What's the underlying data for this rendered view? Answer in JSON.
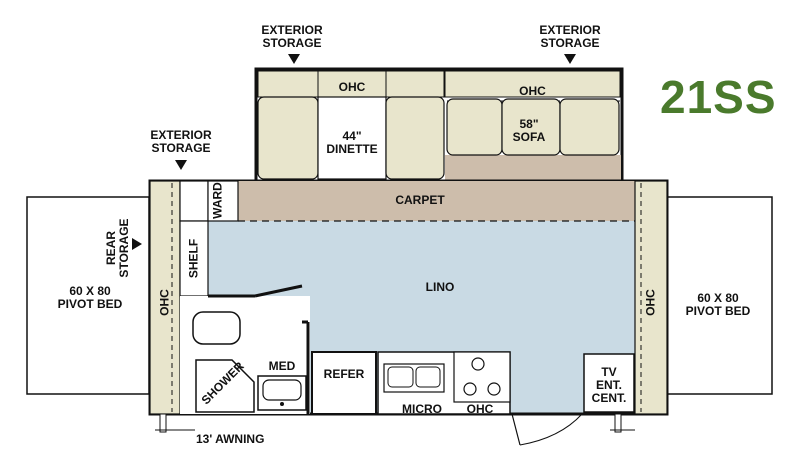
{
  "model": "21SS",
  "labels": {
    "ext_storage_1": "EXTERIOR\nSTORAGE",
    "ext_storage_2": "EXTERIOR\nSTORAGE",
    "ext_storage_3": "EXTERIOR\nSTORAGE",
    "rear_storage": "REAR\nSTORAGE",
    "ohc_dinette": "OHC",
    "ohc_sofa": "OHC",
    "dinette": "44\"\nDINETTE",
    "sofa": "58\"\nSOFA",
    "carpet": "CARPET",
    "lino": "LINO",
    "wardrobe": "WARD",
    "shelf": "SHELF",
    "ohc_rear": "OHC",
    "ohc_front": "OHC",
    "pivot_bed_rear": "60 X 80\nPIVOT BED",
    "pivot_bed_front": "60 X 80\nPIVOT BED",
    "shower": "SHOWER",
    "med": "MED",
    "refer": "REFER",
    "micro": "MICRO",
    "ohc_kitchen": "OHC",
    "tv": "TV\nENT.\nCENT.",
    "awning": "13' AWNING"
  },
  "colors": {
    "lino": "#c9dae4",
    "carpet": "#cdbdab",
    "panel": "#e8e5cc",
    "model": "#4a7a2c"
  }
}
